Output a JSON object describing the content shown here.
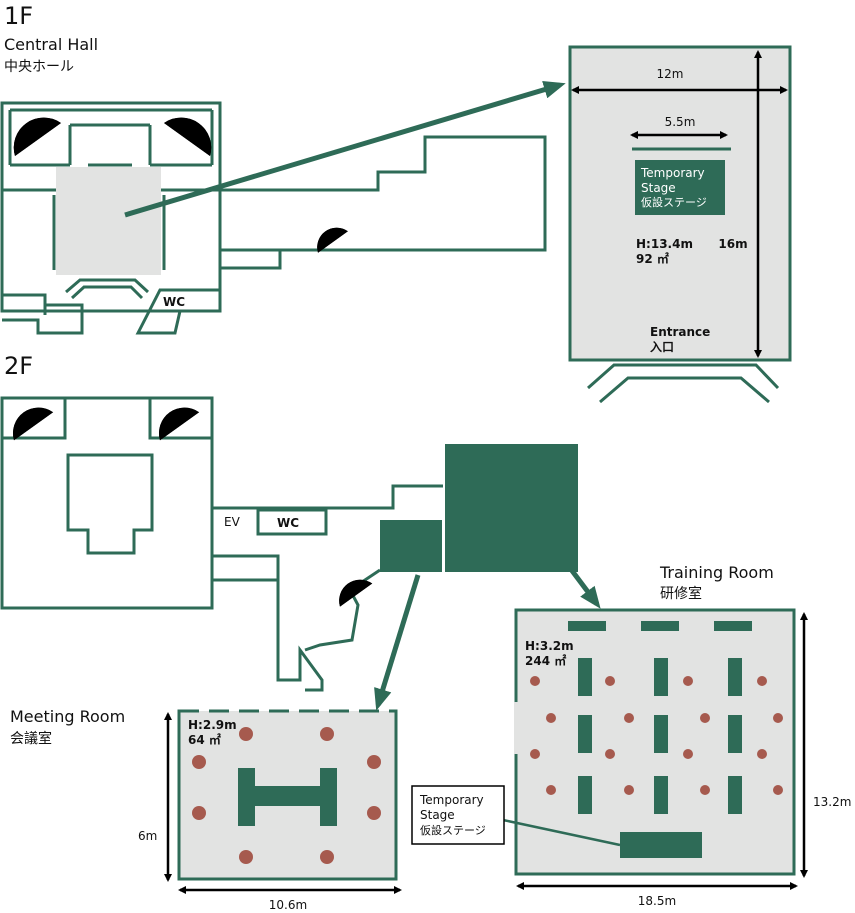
{
  "floor1": {
    "label": "1F",
    "hall_name_en": "Central Hall",
    "hall_name_ja": "中央ホール",
    "wc": "WC",
    "detail": {
      "width_dim": "12m",
      "stage_dim": "5.5m",
      "stage_title_en_1": "Temporary",
      "stage_title_en_2": "Stage",
      "stage_title_ja": "仮設ステージ",
      "height": "H:13.4m",
      "area": "92 ㎡",
      "length_dim": "16m",
      "entrance_en": "Entrance",
      "entrance_ja": "入口"
    }
  },
  "floor2": {
    "label": "2F",
    "ev": "EV",
    "wc": "WC",
    "training_room": {
      "name_en": "Training Room",
      "name_ja": "研修室",
      "height": "H:3.2m",
      "area": "244 ㎡",
      "depth_dim": "13.2m",
      "width_dim": "18.5m",
      "stage_title_en_1": "Temporary",
      "stage_title_en_2": "Stage",
      "stage_title_ja": "仮設ステージ"
    },
    "meeting_room": {
      "name_en": "Meeting Room",
      "name_ja": "会議室",
      "height": "H:2.9m",
      "area": "64 ㎡",
      "depth_dim": "6m",
      "width_dim": "10.6m"
    }
  },
  "colors": {
    "wall": "#2e6b57",
    "room_fill": "#e2e3e2",
    "seat": "#a65a4e"
  }
}
